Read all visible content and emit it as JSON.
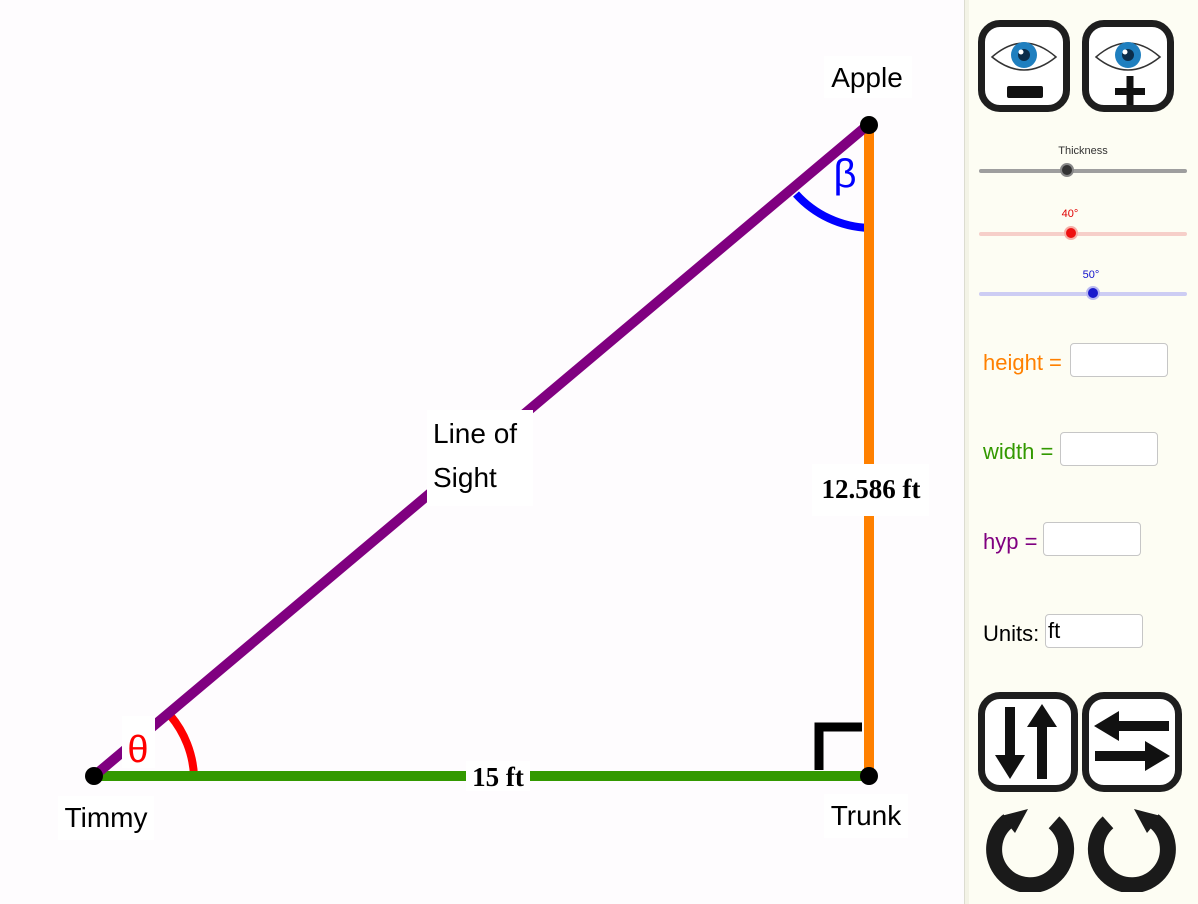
{
  "diagram": {
    "points": {
      "apple": "Apple",
      "timmy": "Timmy",
      "trunk": "Trunk"
    },
    "hypotenuse_label_line1": "Line of",
    "hypotenuse_label_line2": "Sight",
    "height_value": "12.586 ft",
    "width_value": "15 ft",
    "angle_theta": "θ",
    "angle_beta": "β",
    "colors": {
      "hypotenuse": "#800080",
      "height": "#ff8000",
      "width": "#339900",
      "theta": "#ff0000",
      "beta": "#0000ff",
      "point": "#000000"
    }
  },
  "controls": {
    "zoom_out_icon": "eye-minus-icon",
    "zoom_in_icon": "eye-plus-icon",
    "thickness_label": "Thickness",
    "thickness_level": 0.42,
    "theta_slider_label": "40°",
    "theta_slider_level": 0.44,
    "beta_slider_label": "50°",
    "beta_slider_level": 0.55,
    "height_label": "height =",
    "height_value": "",
    "width_label": "width =",
    "width_value": "",
    "hyp_label": "hyp =",
    "hyp_value": "",
    "units_label": "Units:",
    "units_value": "ft",
    "swap_vertical_icon": "swap-vertical-icon",
    "swap_horizontal_icon": "swap-horizontal-icon",
    "rotate_left_icon": "rotate-left-icon",
    "rotate_right_icon": "rotate-right-icon"
  }
}
